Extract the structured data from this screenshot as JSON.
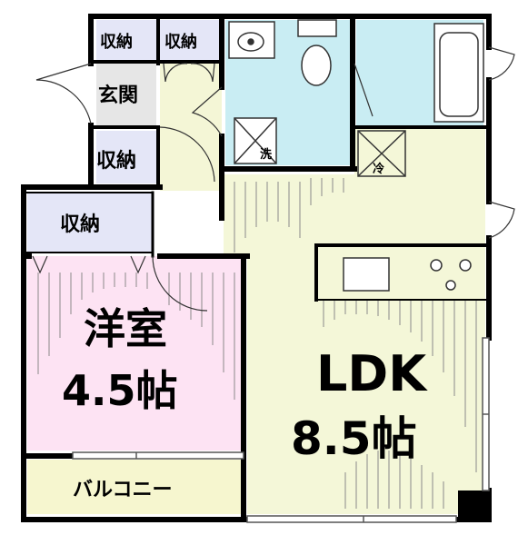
{
  "colors": {
    "wall": "#000000",
    "storage": "#e4e6f7",
    "entrance": "#f4f6d6",
    "wet": "#c9edf3",
    "bedroom": "#fde3f3",
    "ldk": "#f4f7d8",
    "balcony": "#f6f6cf",
    "line": "#7a7a7a"
  },
  "rooms": {
    "storage_top_left": "収納",
    "storage_top_right": "収納",
    "entrance": "玄関",
    "storage_mid": "収納",
    "storage_bedroom": "収納",
    "bedroom_name": "洋室",
    "bedroom_size": "4.5帖",
    "ldk_name": "LDK",
    "ldk_size": "8.5帖",
    "balcony": "バルコニー",
    "washer_mark": "洗",
    "fridge_mark": "冷"
  },
  "icons": {
    "toilet": "toilet-icon",
    "sink": "washbasin-icon",
    "bathtub": "bathtub-icon",
    "kitchen_sink": "kitchen-sink-icon",
    "stove": "stove-icon"
  }
}
